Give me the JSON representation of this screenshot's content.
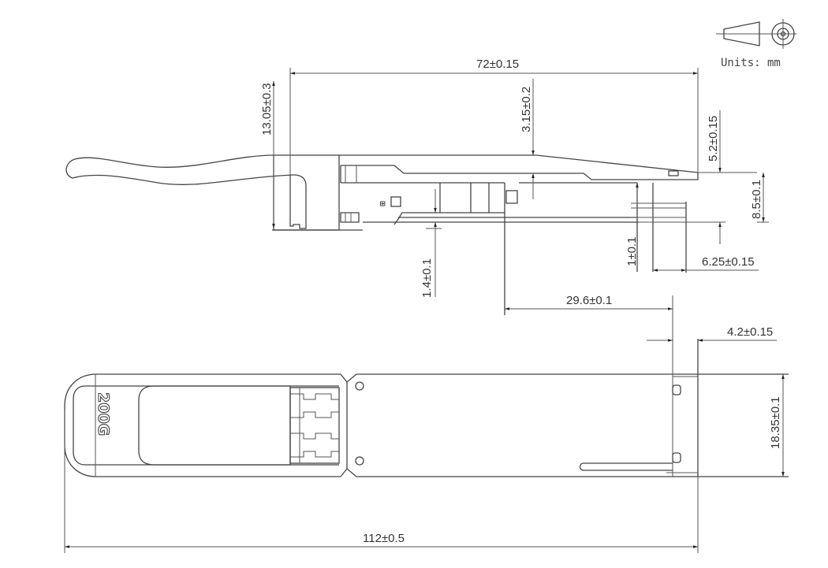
{
  "legend": {
    "projection_symbol": "third-angle-projection-icon",
    "units_label": "Units: mm"
  },
  "side_view": {
    "dimensions": {
      "overall_length": "72±0.15",
      "pull_tab_height": "13.05±0.3",
      "top_step": "3.15±0.2",
      "rear_top_offset": "5.2±0.15",
      "rear_height": "8.5±0.1",
      "pin_gap": "1±0.1",
      "pin_length": "6.25±0.15",
      "lower_step": "1.4±0.1",
      "latch_to_rear": "29.6±0.1"
    }
  },
  "top_view": {
    "pull_tab_label": "200G",
    "dimensions": {
      "rear_offset": "4.2±0.15",
      "width": "18.35±0.1",
      "overall_length": "112±0.5"
    }
  },
  "colors": {
    "line": "#444444",
    "text": "#333333",
    "background": "#ffffff"
  }
}
